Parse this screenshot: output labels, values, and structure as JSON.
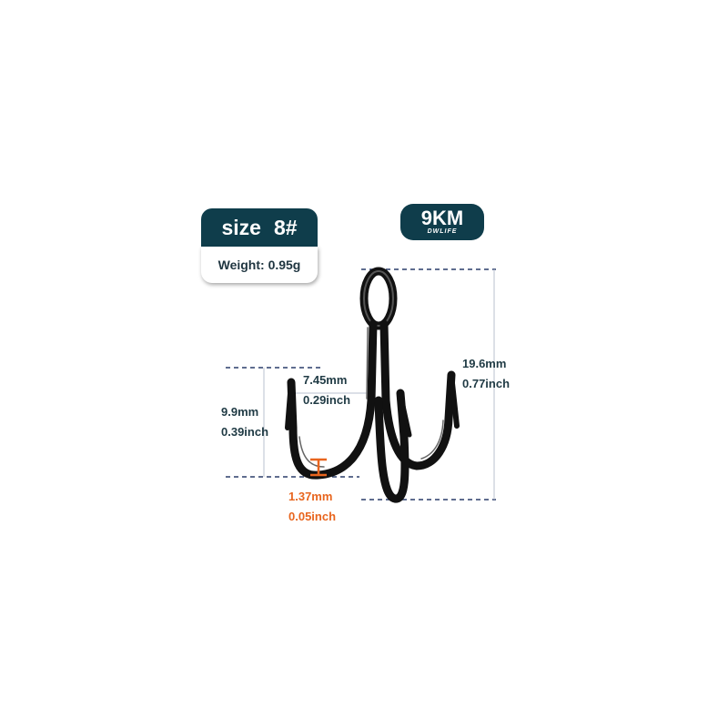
{
  "badge": {
    "size_label": "size",
    "size_value": "8#",
    "weight": "Weight: 0.95g"
  },
  "logo": {
    "brand": "9KM",
    "sub": "DWLIFE"
  },
  "dimensions": {
    "length": {
      "mm": "19.6mm",
      "inch": "0.77inch"
    },
    "gap": {
      "mm": "7.45mm",
      "inch": "0.29inch"
    },
    "bend": {
      "mm": "9.9mm",
      "inch": "0.39inch"
    },
    "wire": {
      "mm": "1.37mm",
      "inch": "0.05inch"
    }
  },
  "colors": {
    "badge": "#0f3d4b",
    "dim_text": "#1f3a44",
    "accent": "#e8651e",
    "guide": "#2a3d6a",
    "hook": "#1a1a1a"
  }
}
